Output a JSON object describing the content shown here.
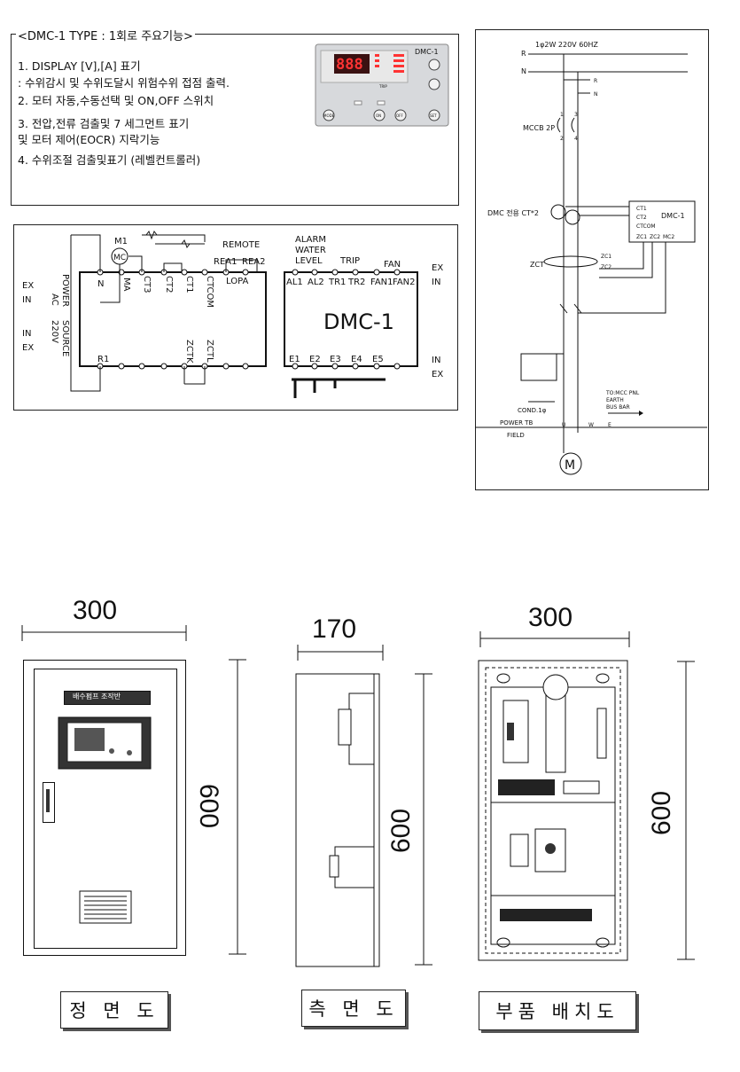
{
  "features": {
    "title": "<DMC-1 TYPE : 1회로 주요기능>",
    "items": [
      "1.  DISPLAY [V],[A] 표기",
      "  : 수위감시 및 수위도달시 위험수위 접점 출력.",
      "2. 모터 자동,수동선택 및  ON,OFF 스위치",
      "3. 전압,전류 검출및 7 세그먼트 표기",
      "   및 모터 제어(EOCR) 지락기능",
      "4. 수위조절 검출및표기 (레벨컨트롤러)"
    ]
  },
  "device_panel": {
    "model": "DMC-1",
    "display_value": "888",
    "trip": "TRIP",
    "buttons": [
      "MODE",
      "ON",
      "OFF",
      "SET"
    ]
  },
  "terminal_diagram": {
    "motor": "M1",
    "motor_coil": "MC",
    "remote": "REMOTE",
    "top_left": [
      "N",
      "MA",
      "CT3",
      "CT2",
      "CT1",
      "CTCOM"
    ],
    "rea": [
      "REA1",
      "REA2",
      "LOPA"
    ],
    "bottom_left": [
      "R1",
      "ZCTK",
      "ZCTL"
    ],
    "power_source": [
      "POWER",
      "AC",
      "220V",
      "SOURCE"
    ],
    "ex_in_left": [
      "EX",
      "IN",
      "IN",
      "EX"
    ],
    "alarm": [
      "ALARM",
      "WATER",
      "LEVEL"
    ],
    "trip": "TRIP",
    "fan": "FAN",
    "top_right": [
      "AL1",
      "AL2",
      "TR1",
      "TR2",
      "FAN1",
      "FAN2"
    ],
    "bottom_right": [
      "E1",
      "E2",
      "E3",
      "E4",
      "E5"
    ],
    "title": "DMC-1",
    "ex_in_right": [
      "EX",
      "IN",
      "IN",
      "EX"
    ]
  },
  "wiring": {
    "supply": "1φ2W  220V  60HZ",
    "r": "R",
    "n": "N",
    "mccb": "MCCB  2P",
    "ct_label": "DMC 전용 CT*2",
    "dmc": "DMC-1",
    "ct_terms": [
      "CT1",
      "CT2",
      "CTCOM"
    ],
    "zc_terms": [
      "ZC1",
      "ZC2",
      "MC2"
    ],
    "zct": "ZCT",
    "zc": [
      "ZC1",
      "ZC2"
    ],
    "cond": "COND.1φ",
    "earth": [
      "TO:MCC PNL",
      "EARTH",
      "BUS BAR"
    ],
    "power_tb": "POWER TB",
    "field": "FIELD",
    "tb": [
      "U",
      "W",
      "E"
    ],
    "motor": "M",
    "nums": [
      "1",
      "3",
      "2",
      "4"
    ]
  },
  "drawings": {
    "front": {
      "width": "300",
      "height": "600",
      "nameplate": "배수펌프 조작반",
      "caption": "정 면 도"
    },
    "side": {
      "width": "170",
      "height": "600",
      "caption": "측 면 도"
    },
    "layout": {
      "width": "300",
      "height": "600",
      "caption": "부품 배치도"
    }
  }
}
